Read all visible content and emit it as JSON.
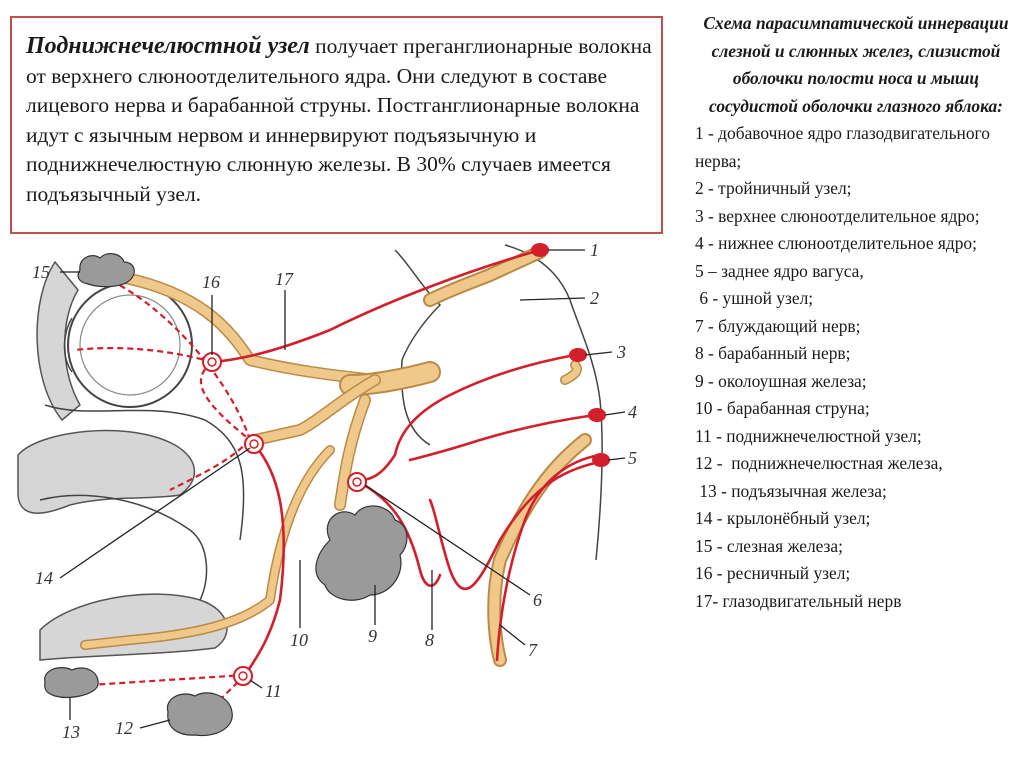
{
  "text_block": {
    "lead": "Поднижнечелюстной узел",
    "body": " получает преганглионарные волокна от верхнего слюноотделительного ядра. Они следуют в составе лицевого нерва и барабанной струны. Постганглионарные волокна идут  с язычным нервом и иннервируют подъязычную и поднижнечелюстную слюнную железы. В 30% случаев имеется подъязычный узел."
  },
  "legend": {
    "title": "Схема парасимпатической иннервации слезной и слюнных желез, слизистой оболочки полости носа и мышц сосудистой оболочки глазного яблока:",
    "items": [
      "1 - добавочное ядро глазодвигательного нерва;",
      "2 - тройничный узел;",
      "3 - верхнее слюноотделительное ядро;",
      "4 - нижнее слюноотделительное ядро;",
      "5 – заднее ядро вагуса,",
      " 6 - ушной узел;",
      "7 - блуждающий нерв;",
      "8 - барабанный нерв;",
      "9 - околоушная железа;",
      "10 - барабанная струна;",
      "11 - поднижнечелюстной узел;",
      "12 -  поднижнечелюстная железа,",
      " 13 - подъязычная железа;",
      "14 - крылонёбный узел;",
      "15 - слезная железа;",
      "16 - ресничный узел;",
      "17- глазодвигательный нерв"
    ]
  },
  "diagram_labels": {
    "n1": "1",
    "n2": "2",
    "n3": "3",
    "n4": "4",
    "n5": "5",
    "n6": "6",
    "n7": "7",
    "n8": "8",
    "n9": "9",
    "n10": "10",
    "n11": "11",
    "n12": "12",
    "n13": "13",
    "n14": "14",
    "n15": "15",
    "n16": "16",
    "n17": "17"
  },
  "colors": {
    "nerve": "#f0c98a",
    "fiber": "#d21f2b",
    "frame": "#c0504d"
  }
}
